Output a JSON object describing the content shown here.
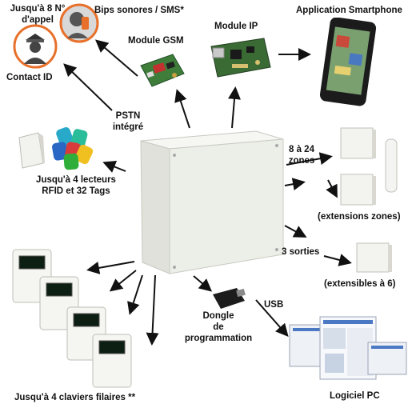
{
  "labels": {
    "calls_line1": "Jusqu'à 8 N°",
    "calls_line2": "d'appel",
    "beeps_sms": "Bips sonores / SMS*",
    "contact_id": "Contact ID",
    "module_gsm": "Module GSM",
    "module_ip": "Module IP",
    "app_smartphone": "Application Smartphone",
    "pstn_line1": "PSTN",
    "pstn_line2": "intégré",
    "rfid_line1": "Jusqu'à 4 lecteurs",
    "rfid_line2": "RFID et 32 Tags",
    "zones_line1": "8 à 24",
    "zones_line2": "zones",
    "zone_ext": "(extensions zones)",
    "outputs": "3 sorties",
    "outputs_ext": "(extensibles à 6)",
    "usb": "USB",
    "dongle_line1": "Dongle",
    "dongle_line2": "de",
    "dongle_line3": "programmation",
    "pc_software": "Logiciel PC",
    "keypads": "Jusqu'à 4 claviers filaires **"
  },
  "colors": {
    "orange": "#E8702A",
    "panel": "#ECEEE8",
    "pcb_green": "#3F7D3A",
    "arrow": "#111111"
  }
}
